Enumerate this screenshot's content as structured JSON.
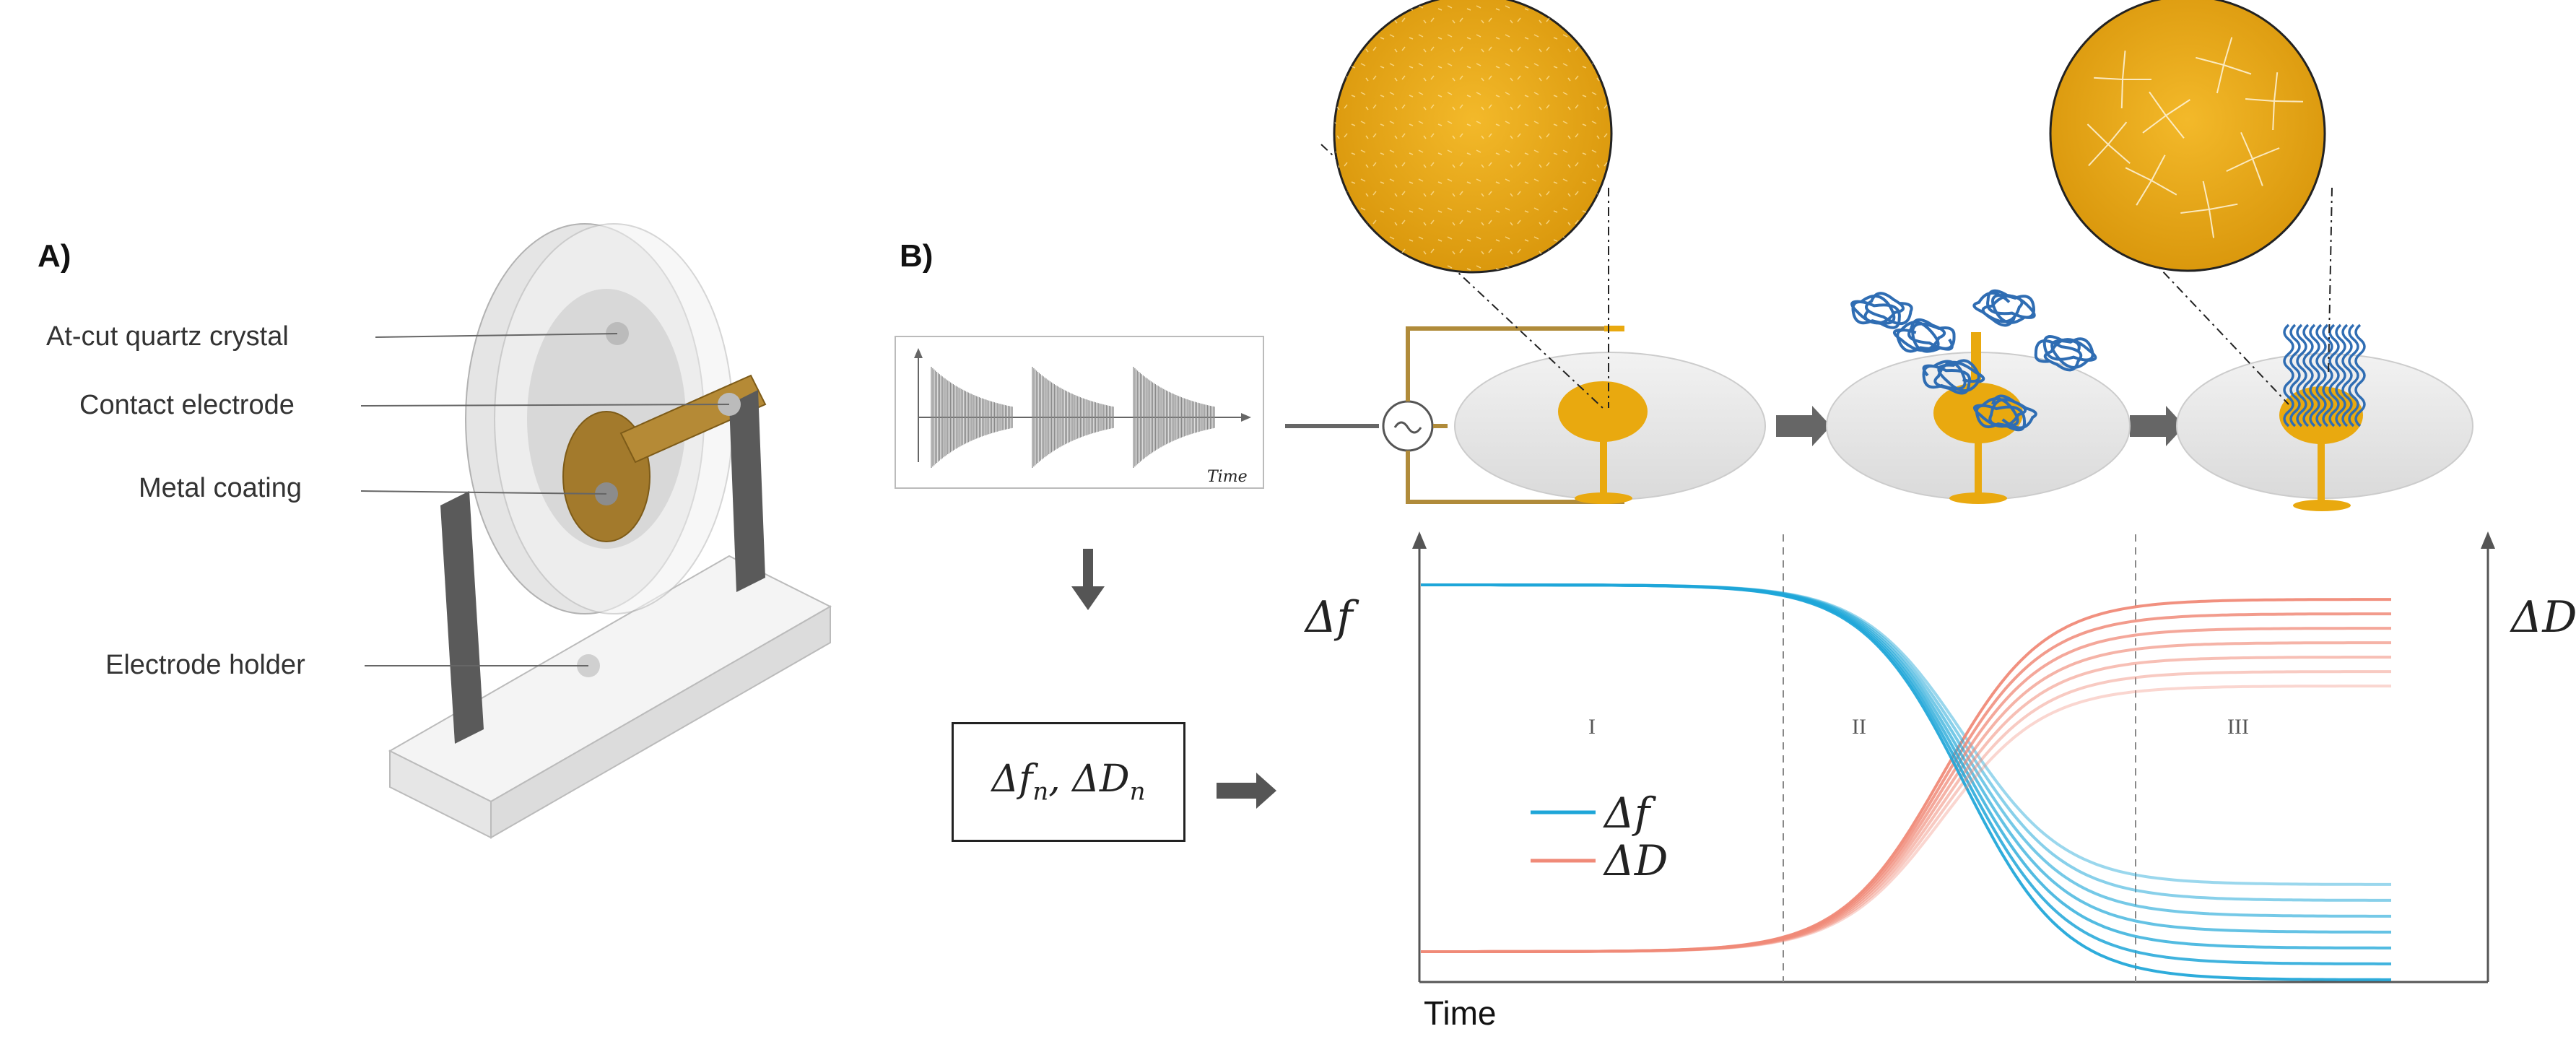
{
  "panel_a": {
    "label": "A)",
    "parts": [
      "At-cut quartz crystal",
      "Contact electrode",
      "Metal coating",
      "Electrode holder"
    ]
  },
  "panel_b": {
    "label": "B)",
    "signal_axis_label": "Time",
    "box_text": "Δfn, ΔDn",
    "box_parts": [
      "Δf",
      "n",
      ", ΔD",
      "n"
    ],
    "chart": {
      "y_left_label": "Δf",
      "y_right_label": "ΔD",
      "x_label": "Time",
      "phases": [
        "I",
        "II",
        "III"
      ],
      "legend": [
        {
          "label": "Δf",
          "color": "#1ea6d8"
        },
        {
          "label": "ΔD",
          "color": "#f08a78"
        }
      ]
    }
  },
  "colors": {
    "gold": "#e9a90f",
    "polymer": "#2f6db3",
    "freq": "#1ea6d8",
    "diss": "#f08a78",
    "grey_arrow": "#555555"
  }
}
